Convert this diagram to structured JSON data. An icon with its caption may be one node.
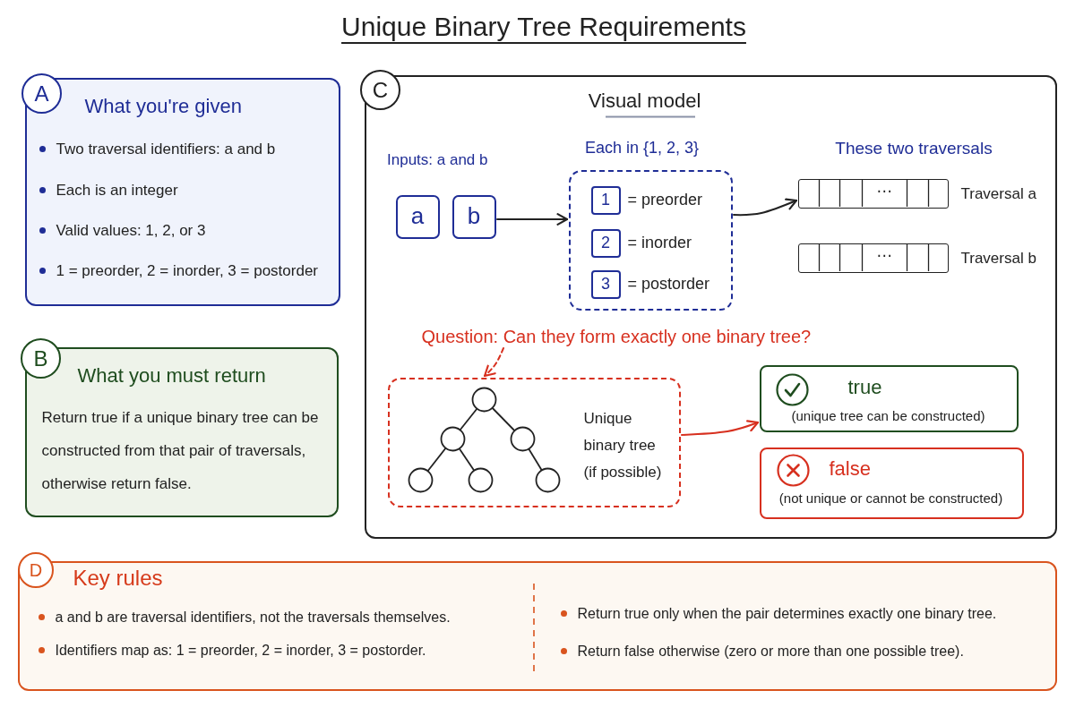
{
  "diagram": {
    "title": "Unique Binary Tree Requirements",
    "nodes": [
      {
        "text": [
          "A"
        ]
      },
      {
        "text": [
          "What you're given",
          "Two traversal identifiers: a and b",
          "Each is an integer",
          "Valid values: 1, 2, or 3",
          "1 = preorder, 2 = inorder, 3 = postorder"
        ]
      },
      {
        "text": [
          "B"
        ]
      },
      {
        "text": [
          "What you must return",
          "Return true if a unique binary tree can be constructed from that pair of traversals, otherwise return false."
        ]
      },
      {
        "text": [
          "C"
        ]
      },
      {
        "text": [
          "Visual model"
        ]
      },
      {
        "text": [
          "a"
        ],
        "in": 5
      },
      {
        "text": [
          "b"
        ],
        "in": 5
      },
      {
        "text": [
          "Each in {1, 2, 3}"
        ],
        "in": 5
      },
      {
        "text": [
          "1"
        ],
        "in": 8,
        "beside": [
          "= preorder"
        ]
      },
      {
        "text": [
          "2"
        ],
        "in": 8,
        "beside": [
          "= inorder"
        ]
      },
      {
        "text": [
          "3"
        ],
        "in": 8,
        "beside": [
          "= postorder"
        ]
      },
      {
        "text": [
          "⋯"
        ],
        "in": 5,
        "beside": [
          "Traversal a"
        ]
      },
      {
        "text": [
          "⋯"
        ],
        "in": 5,
        "beside": [
          "Traversal b"
        ]
      },
      {
        "text": [
          "Question: Can they form exactly one binary tree?"
        ],
        "in": 5
      },
      {
        "text": [
          "Unique binary tree (if possible)"
        ],
        "in": 5
      },
      {
        "text": [
          "true",
          "(unique tree can be constructed)"
        ],
        "in": 5
      },
      {
        "text": [
          "false",
          "(not unique or cannot be constructed)"
        ],
        "in": 5
      },
      {
        "text": [
          "D"
        ]
      },
      {
        "text": [
          "Key rules",
          "a and b are traversal identifiers, not the traversals themselves.",
          "Identifiers map as: 1 = preorder, 2 = inorder, 3 = postorder.",
          "Return true only when the pair determines exactly one binary tree.",
          "Return false otherwise (zero or more than one possible tree)."
        ]
      }
    ],
    "edges": [
      {
        "from": 7,
        "to": 8,
        "arrow": "to"
      },
      {
        "from": 8,
        "to": 12,
        "arrow": "to"
      },
      {
        "from": 14,
        "to": 15,
        "arrow": "to",
        "style": "dashed",
        "color": "#d7301f"
      },
      {
        "from": 15,
        "to": 16,
        "arrow": "to",
        "color": "#d7301f"
      }
    ],
    "labels": [
      "Inputs: a and b",
      "These two traversals"
    ]
  }
}
